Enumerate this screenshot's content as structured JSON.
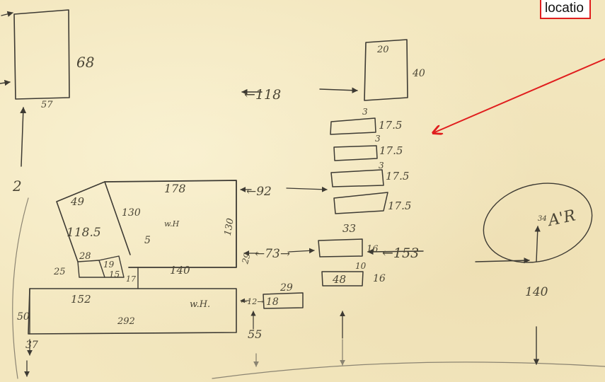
{
  "callout": {
    "text": "locatio",
    "arrow_color": "#e01e1e"
  },
  "labels": {
    "l68": "68",
    "l57": "57",
    "l2": "2",
    "l20": "20",
    "l40": "40",
    "l118": "←118",
    "l3a": "3",
    "l175a": "17.5",
    "l3b": "3",
    "l175b": "17.5",
    "l3c": "3",
    "l175c": "17.5",
    "l175d": "17.5",
    "l92": "←92",
    "l178": "178",
    "l49": "49",
    "l130a": "130",
    "l1185": "118.5",
    "lwh1": "w.H",
    "l130b": "130",
    "l5": "5",
    "l28": "28",
    "l19": "19",
    "l15": "15",
    "l140a": "140",
    "l29a": "29",
    "l73": "←73→",
    "l33": "33",
    "l16a": "16",
    "l153": "←153",
    "l10": "10",
    "l48": "48",
    "l16b": "16",
    "l29b": "29",
    "l18": "18",
    "l12": "←12→",
    "lwh2": "w.H.",
    "l152": "152",
    "l50": "50",
    "l292": "292",
    "l37": "37",
    "l55": "55",
    "l34": "34",
    "lAR": "A'R",
    "l140b": "140",
    "l17": "17",
    "l25": "25"
  },
  "colors": {
    "paper": "#f3e7bf",
    "ink": "#3d3a33",
    "pencil": "#8b8472"
  }
}
